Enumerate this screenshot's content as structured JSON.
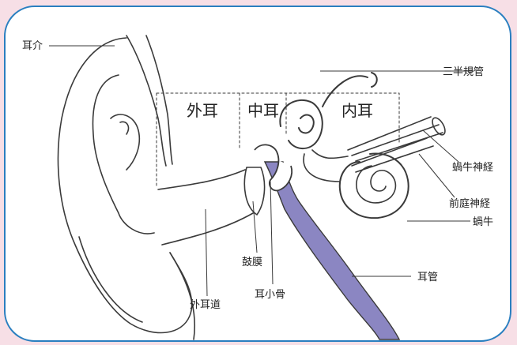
{
  "labels": {
    "auricle": "耳介",
    "outer_ear": "外耳",
    "middle_ear": "中耳",
    "inner_ear": "内耳",
    "semicircular_canals": "三半規管",
    "cochlear_nerve": "蝸牛神経",
    "vestibular_nerve": "前庭神経",
    "cochlea": "蝸牛",
    "eustachian_tube": "耳管",
    "eardrum": "鼓膜",
    "ear_canal": "外耳道",
    "ossicles": "耳小骨"
  },
  "colors": {
    "frame_border": "#2a7fc0",
    "background_tint": "#f8e4ea",
    "line": "#3a3a3a",
    "tube_fill": "#8b86c2",
    "panel": "#ffffff"
  }
}
